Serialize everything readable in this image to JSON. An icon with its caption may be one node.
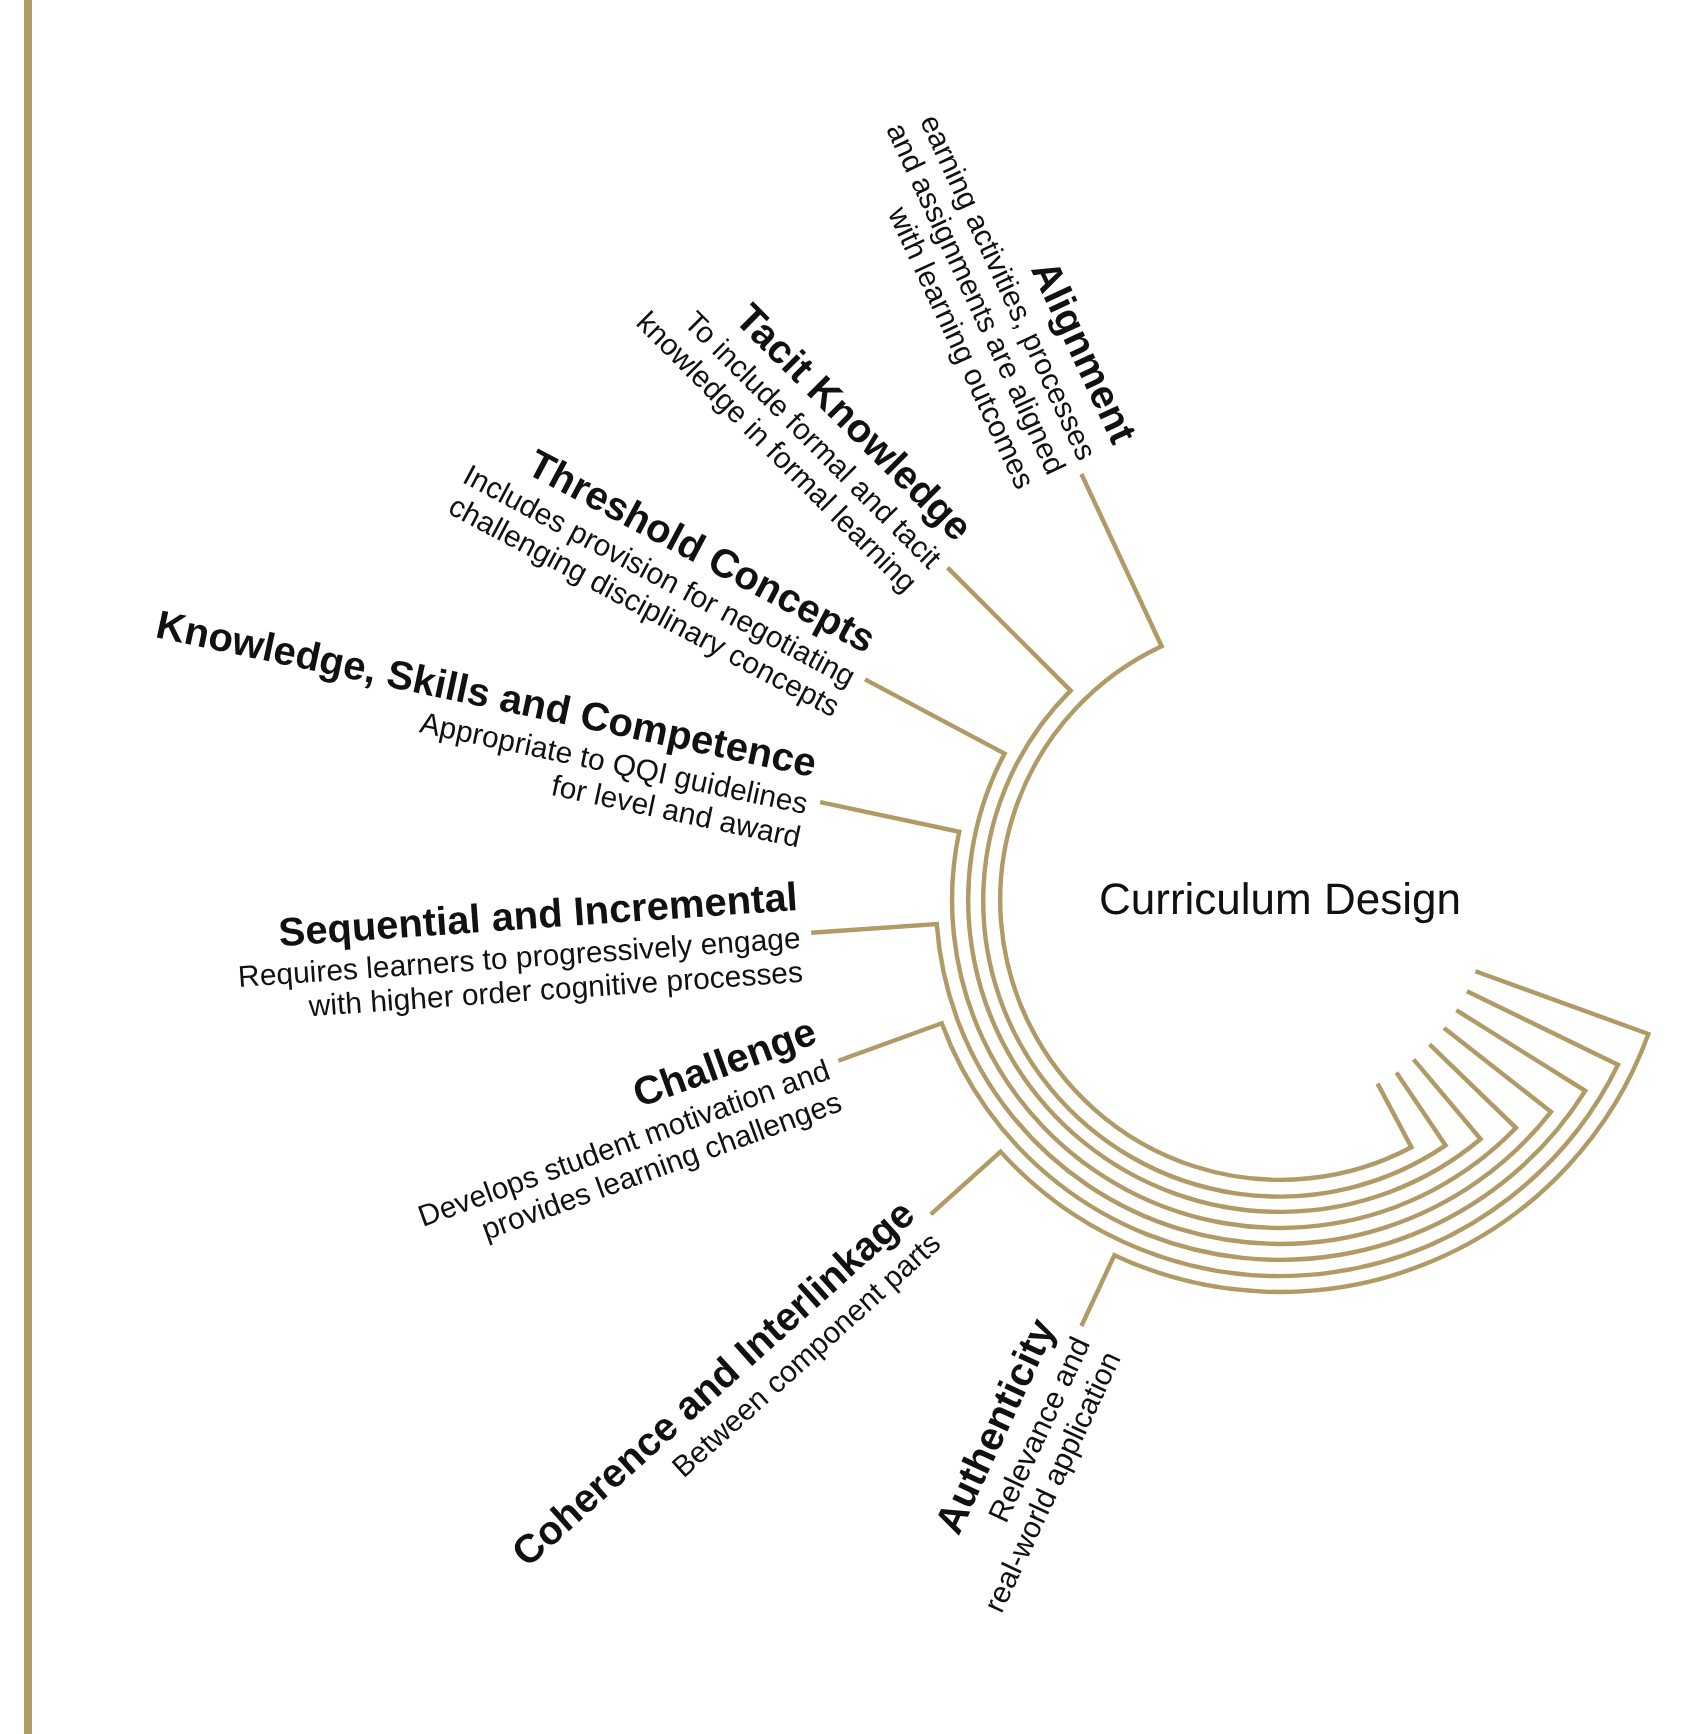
{
  "diagram": {
    "nodes": [
      {
        "text": [
          "Curriculum Design"
        ]
      },
      {
        "text": [
          "Alignment",
          "earning activities, processes and assignments are aligned with learning outcomes"
        ]
      },
      {
        "text": [
          "Tacit Knowledge",
          "To include formal and tacit knowledge in formal learning"
        ]
      },
      {
        "text": [
          "Threshold Concepts",
          "Includes provision for negotiating challenging disciplinary concepts"
        ]
      },
      {
        "text": [
          "Knowledge, Skills and Competence",
          "Appropriate to QQI guidelines for level and award"
        ]
      },
      {
        "text": [
          "Sequential and Incremental",
          "Requires learners to progressively engage with higher order cognitive processes"
        ]
      },
      {
        "text": [
          "Challenge",
          "Develops student motivation and provides learning challenges"
        ]
      },
      {
        "text": [
          "Coherence and Interlinkage",
          "Between component parts"
        ]
      },
      {
        "text": [
          "Authenticity",
          "Relevance and real-world application"
        ]
      }
    ],
    "edges": [
      {
        "from": 1,
        "to": 0,
        "arrow": "none"
      },
      {
        "from": 2,
        "to": 0,
        "arrow": "none"
      },
      {
        "from": 3,
        "to": 0,
        "arrow": "none"
      },
      {
        "from": 4,
        "to": 0,
        "arrow": "none"
      },
      {
        "from": 5,
        "to": 0,
        "arrow": "none"
      },
      {
        "from": 6,
        "to": 0,
        "arrow": "none"
      },
      {
        "from": 7,
        "to": 0,
        "arrow": "none"
      },
      {
        "from": 8,
        "to": 0,
        "arrow": "none"
      }
    ]
  }
}
